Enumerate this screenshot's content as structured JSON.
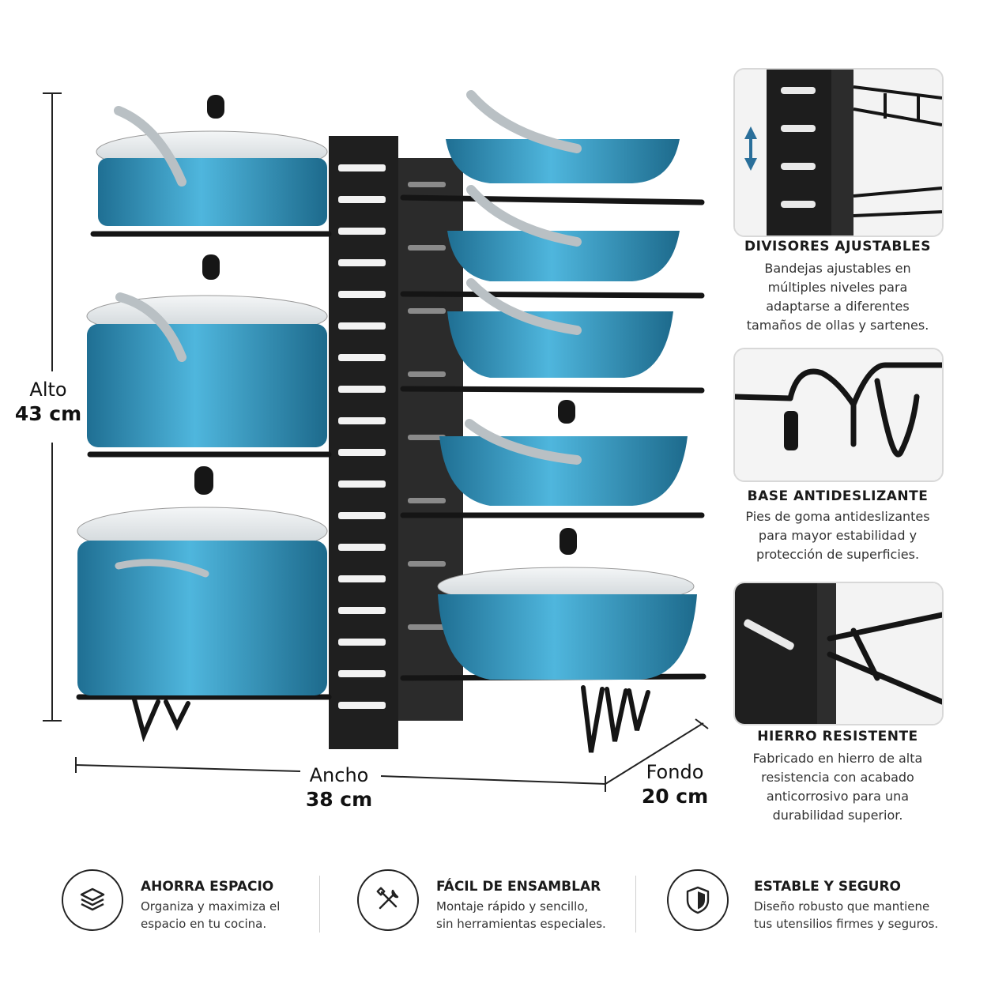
{
  "dimensions": {
    "height": {
      "label": "Alto",
      "value": "43 cm"
    },
    "width": {
      "label": "Ancho",
      "value": "38 cm"
    },
    "depth": {
      "label": "Fondo",
      "value": "20 cm"
    }
  },
  "features": [
    {
      "title": "DIVISORES AJUSTABLES",
      "lines": [
        "Bandejas ajustables en",
        "múltiples niveles para",
        "adaptarse a diferentes",
        "tamaños de ollas y sartenes."
      ]
    },
    {
      "title": "BASE ANTIDESLIZANTE",
      "lines": [
        "Pies de goma antideslizantes",
        "para mayor estabilidad y",
        "protección de superficies."
      ]
    },
    {
      "title": "HIERRO RESISTENTE",
      "lines": [
        "Fabricado en hierro de alta",
        "resistencia con acabado",
        "anticorrosivo para una",
        "durabilidad superior."
      ]
    }
  ],
  "benefits": [
    {
      "title": "AHORRA ESPACIO",
      "lines": [
        "Organiza y maximiza el",
        "espacio en tu cocina."
      ],
      "icon": "layers-icon"
    },
    {
      "title": "FÁCIL DE ENSAMBLAR",
      "lines": [
        "Montaje rápido y sencillo,",
        "sin herramientas especiales."
      ],
      "icon": "tools-icon"
    },
    {
      "title": "ESTABLE Y SEGURO",
      "lines": [
        "Diseño robusto que mantiene",
        "tus utensilios firmes y seguros."
      ],
      "icon": "shield-icon"
    }
  ],
  "colors": {
    "pot": "#2f8fb8",
    "rack": "#1c1c1c",
    "accent_arrow": "#2a6f9a"
  }
}
